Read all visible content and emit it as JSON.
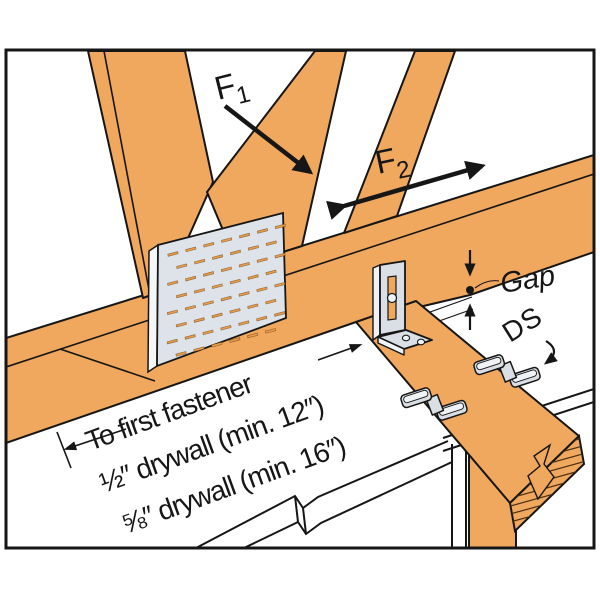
{
  "figure": {
    "title": "Truss-to-wall drywall clip installation diagram",
    "labels": {
      "f1": {
        "main": "F",
        "sub": "1"
      },
      "f2": {
        "main": "F",
        "sub": "2"
      },
      "gap": "Gap",
      "ds": "DS",
      "dim_line1": "To first fastener",
      "dim_line2": "½″ drywall (min. 12″)",
      "dim_line3": "⅝″ drywall (min. 16″)"
    },
    "colors": {
      "wood": "#F0A75E",
      "wood_slot": "#EC9D49",
      "plate": "#DDE3E8",
      "plate_edge": "#F4F6F8",
      "metal": "#D9DFE4",
      "metal_light": "#EFF3F5",
      "line": "#161616",
      "background": "#FFFFFF"
    }
  }
}
